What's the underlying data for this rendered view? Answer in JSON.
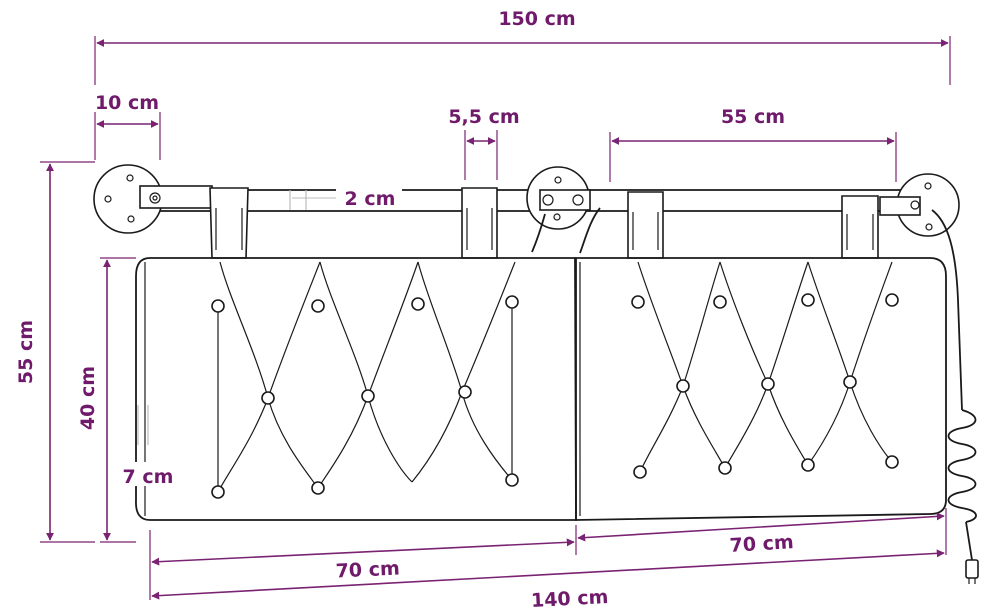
{
  "colors": {
    "dimension": "#7a2373",
    "label": "#6f1a6a",
    "ink": "#1a1a1a",
    "background": "#ffffff"
  },
  "dimensions": {
    "total_width": "150 cm",
    "bracket_offset": "10 cm",
    "strap_width": "5,5 cm",
    "strap_gap": "55 cm",
    "rod_diameter": "2 cm",
    "total_height": "55 cm",
    "cushion_height": "40 cm",
    "cushion_depth": "7 cm",
    "cushion_left": "70 cm",
    "cushion_right": "70 cm",
    "cushion_total": "140 cm"
  }
}
